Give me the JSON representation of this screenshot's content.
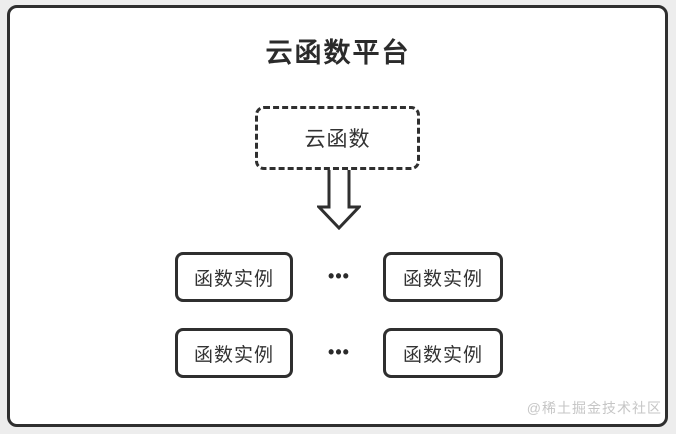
{
  "page": {
    "title": "云函数平台",
    "watermark": "@稀土掘金技术社区"
  },
  "diagram": {
    "root": {
      "label": "云函数"
    },
    "rows": [
      {
        "left": "函数实例",
        "dots": "•••",
        "right": "函数实例"
      },
      {
        "left": "函数实例",
        "dots": "•••",
        "right": "函数实例"
      }
    ]
  },
  "icons": {
    "down_arrow": "down-arrow-icon"
  },
  "colors": {
    "line": "#2f2f2f",
    "title_text": "#2b2b2b",
    "node_text": "#333333",
    "watermark_text": "#c6c6c6",
    "canvas_bg": "#ffffff",
    "outer_bg": "#ededed"
  }
}
